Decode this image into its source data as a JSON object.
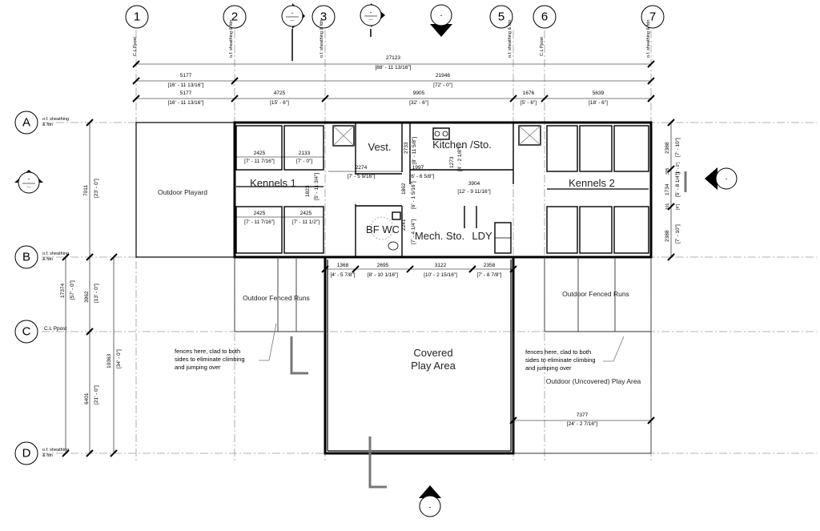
{
  "grid_columns": [
    {
      "id": "1",
      "label": "C.L Ppost"
    },
    {
      "id": "2",
      "label": "o.f. sheathing & fdn"
    },
    {
      "id": "3",
      "label": "o.f. sheathing & fdn"
    },
    {
      "id": "5",
      "label": "o.f. sheathing & fdn"
    },
    {
      "id": "6",
      "label": "C.L Ppost"
    },
    {
      "id": "7",
      "label": "o.f. sheathing & fdn"
    }
  ],
  "grid_rows": [
    {
      "id": "A",
      "label_line1": "o.f. sheathing",
      "label_line2": "& fdn"
    },
    {
      "id": "B",
      "label_line1": "o.f. sheathing",
      "label_line2": "& fdn"
    },
    {
      "id": "C",
      "label_line1": "C.L Ppost",
      "label_line2": ""
    },
    {
      "id": "D",
      "label_line1": "o.f. sheathing",
      "label_line2": "& fdn"
    }
  ],
  "elevation_markers": [
    {
      "value": "-",
      "sub": "---"
    },
    {
      "value": "-",
      "sub": "---"
    },
    {
      "value": "-",
      "sub": ""
    },
    {
      "value": "-",
      "sub": "---"
    },
    {
      "value": "-",
      "sub": ""
    },
    {
      "value": "-",
      "sub": ""
    }
  ],
  "dimensions": {
    "overall": {
      "mm": "27123",
      "imp": "[88' - 11 13/16\"]"
    },
    "row2": [
      {
        "mm": "5177",
        "imp": "[16' - 11 13/16\"]"
      },
      {
        "mm": "21946",
        "imp": "[72' - 0\"]"
      }
    ],
    "row3": [
      {
        "mm": "5177",
        "imp": "[16' - 11 13/16\"]"
      },
      {
        "mm": "4725",
        "imp": "[15' - 6\"]"
      },
      {
        "mm": "9905",
        "imp": "[32' - 6\"]"
      },
      {
        "mm": "1676",
        "imp": "[5' - 6\"]"
      },
      {
        "mm": "5639",
        "imp": "[18' - 6\"]"
      }
    ],
    "bottom_row": [
      {
        "mm": "1368",
        "imp": "[4' - 5 7/8\"]"
      },
      {
        "mm": "2695",
        "imp": "[8' - 10 1/16\"]"
      },
      {
        "mm": "3122",
        "imp": "[10' - 2 15/16\"]"
      },
      {
        "mm": "2358",
        "imp": "[7' - 8 7/8\"]"
      }
    ],
    "kennel1_top": [
      {
        "mm": "2425",
        "imp": "[7' - 11 7/16\"]"
      },
      {
        "mm": "2133",
        "imp": "[7' - 0\"]"
      }
    ],
    "kennel1_bottom": [
      {
        "mm": "2425",
        "imp": "[7' - 11 7/16\"]"
      },
      {
        "mm": "2425",
        "imp": "[7' - 11 1/2\"]"
      }
    ],
    "vest_width": {
      "mm": "2274",
      "imp": "[7' - 5 9/16\"]"
    },
    "corridor_width": {
      "mm": "1997",
      "imp": "[6' - 6 5/8\"]"
    },
    "kitchen_width": {
      "mm": "3904",
      "imp": "[12' - 9 11/16\"]"
    },
    "left_vertical": {
      "mm": "7011",
      "imp": "[23' - 0\"]"
    },
    "left_lower_total": {
      "mm": "17374",
      "imp": "[57' - 0\"]"
    },
    "left_bc": {
      "mm": "3962",
      "imp": "[13' - 0\"]"
    },
    "left_cd": {
      "mm": "6401",
      "imp": "[21' - 0\"]"
    },
    "left_runs": {
      "mm": "10363",
      "imp": "[34' - 0\"]"
    },
    "kennel1_corridor": {
      "mm": "1823",
      "imp": "[5' - 11 3/4\"]"
    },
    "vest_depth": {
      "mm": "2733",
      "imp": "[8' - 11 5/8\"]"
    },
    "corridor_depth": {
      "mm": "1862",
      "imp": "[6' - 1 5/16\"]"
    },
    "wc_depth": {
      "mm": "2241",
      "imp": "[7' - 4 1/4\"]"
    },
    "kitchen_small": {
      "mm": "1273",
      "imp": "[4' - 2 1/8\"]"
    },
    "right_top": {
      "mm": "2388",
      "imp": "[7' - 10\"]"
    },
    "right_mid": {
      "mm": "1734",
      "imp": "[5' - 8 1/4\"]"
    },
    "right_bottom": {
      "mm": "2388",
      "imp": "[7' - 10\"]"
    },
    "right_small1": {
      "mm": "305",
      "imp": "[1' - 0\"]"
    },
    "right_small2": {
      "mm": "101",
      "imp": "[4\"]"
    },
    "play_area": {
      "mm": "7377",
      "imp": "[24' - 2 7/16\"]"
    }
  },
  "rooms": {
    "outdoor_playard": "Outdoor Playard",
    "kennels_1": "Kennels 1",
    "kennels_2": "Kennels 2",
    "vest": "Vest.",
    "kitchen": "Kitchen /Sto.",
    "bf_wc": "BF WC",
    "mech_sto": "Mech. Sto.",
    "ldy": "LDY",
    "fenced_runs_left": "Outdoor Fenced Runs",
    "fenced_runs_right": "Outdoor Fenced Runs",
    "covered_play_1": "Covered",
    "covered_play_2": "Play Area",
    "uncovered_play": "Outdoor (Uncovered) Play Area"
  },
  "notes": {
    "left": [
      "fences here, clad to both",
      "sides to eliminate climbing",
      "and jumping over"
    ],
    "right": [
      "fences here, clad to both",
      "sides to eliminate climbing",
      "and jumping over"
    ]
  }
}
